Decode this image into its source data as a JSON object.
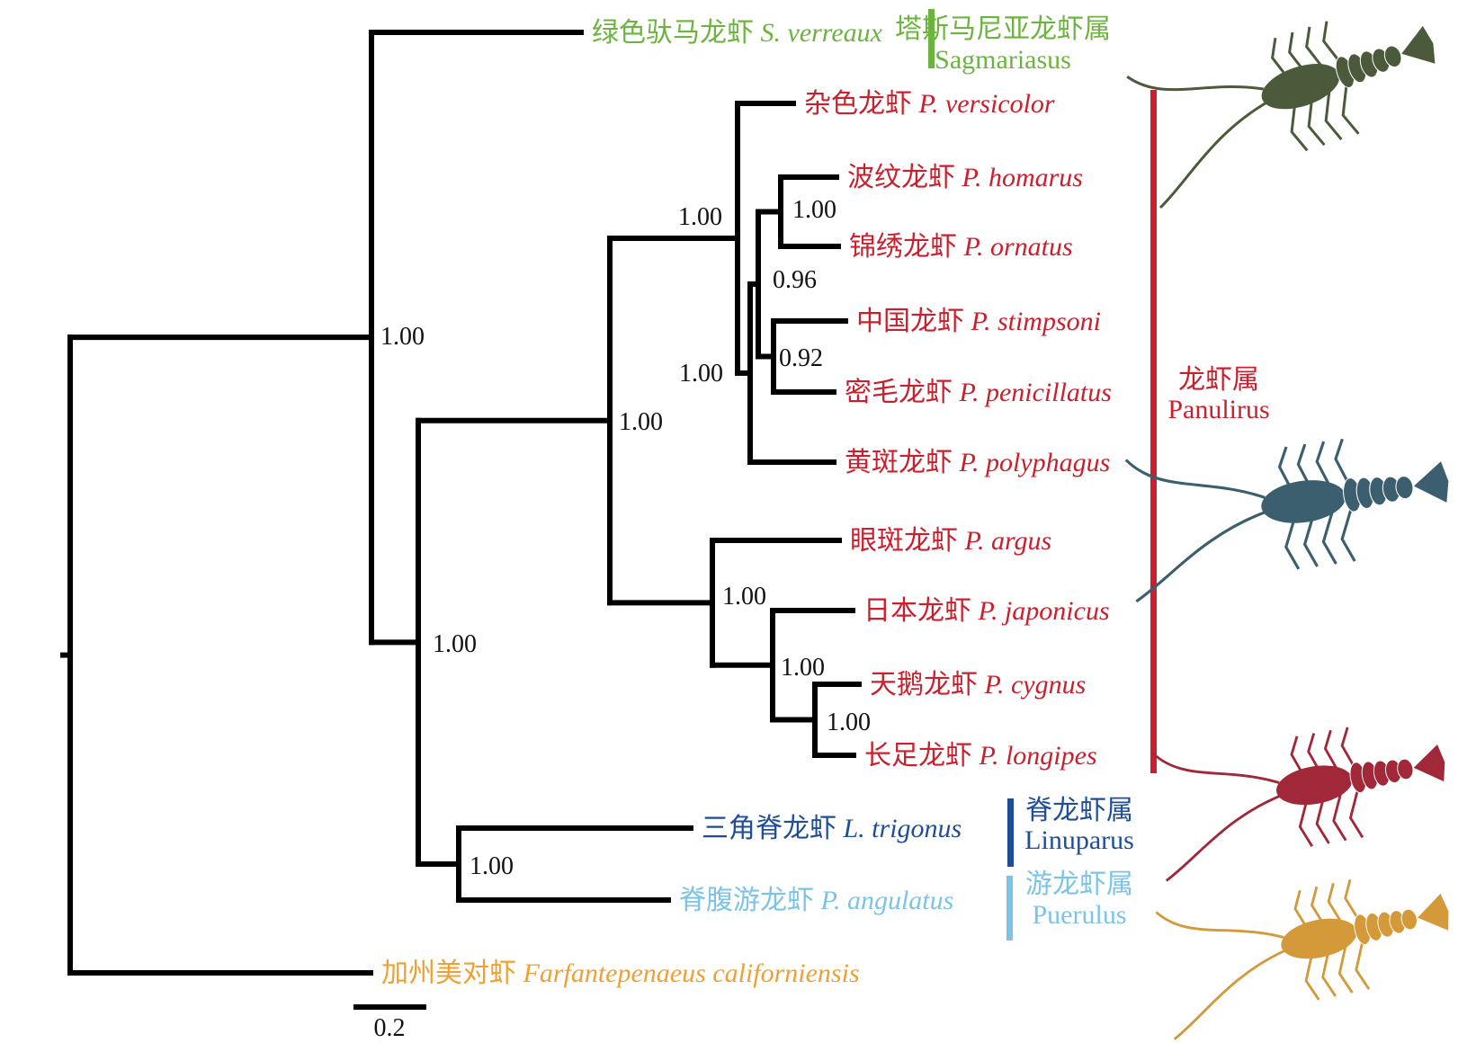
{
  "colors": {
    "sagmariasus": "#6db33f",
    "panulirus": "#cc1f2d",
    "linuparus": "#1f4e96",
    "puerulus": "#7cc3ea",
    "outgroup": "#f0a030"
  },
  "taxa": [
    {
      "id": "sverreaux",
      "cn": "绿色驮马龙虾",
      "sp": "S. verreaux",
      "group": "sagmariasus"
    },
    {
      "id": "pversicolor",
      "cn": "杂色龙虾",
      "sp": "P. versicolor",
      "group": "panulirus"
    },
    {
      "id": "phomarus",
      "cn": "波纹龙虾",
      "sp": "P. homarus",
      "group": "panulirus"
    },
    {
      "id": "pornatus",
      "cn": "锦绣龙虾",
      "sp": "P. ornatus",
      "group": "panulirus"
    },
    {
      "id": "pstimpsoni",
      "cn": "中国龙虾",
      "sp": "P. stimpsoni",
      "group": "panulirus"
    },
    {
      "id": "ppenicillatus",
      "cn": "密毛龙虾",
      "sp": "P. penicillatus",
      "group": "panulirus"
    },
    {
      "id": "ppolyphagus",
      "cn": "黄斑龙虾",
      "sp": "P. polyphagus",
      "group": "panulirus"
    },
    {
      "id": "pargus",
      "cn": "眼斑龙虾",
      "sp": "P. argus",
      "group": "panulirus"
    },
    {
      "id": "pjaponicus",
      "cn": "日本龙虾",
      "sp": "P. japonicus",
      "group": "panulirus"
    },
    {
      "id": "pcygnus",
      "cn": "天鹅龙虾",
      "sp": "P. cygnus",
      "group": "panulirus"
    },
    {
      "id": "plongipes",
      "cn": "长足龙虾",
      "sp": "P. longipes",
      "group": "panulirus"
    },
    {
      "id": "ltrigonus",
      "cn": "三角脊龙虾",
      "sp": "L. trigonus",
      "group": "linuparus"
    },
    {
      "id": "pangulatus",
      "cn": "脊腹游龙虾",
      "sp": "P. angulatus",
      "group": "puerulus"
    },
    {
      "id": "fcaliforniensis",
      "cn": "加州美对虾",
      "sp": "Farfantepenaeus californiensis",
      "group": "outgroup"
    }
  ],
  "support_values": {
    "n_spiny": "1.00",
    "n_p1": "1.00",
    "n_pan": "1.00",
    "n_core": "1.00",
    "n_inner": "1.00",
    "n_hom_orn": "1.00",
    "n_q": "0.96",
    "n_sti_pen": "0.92",
    "n_arg": "1.00",
    "n_jcl": "1.00",
    "n_cl": "1.00",
    "n_lp": "1.00"
  },
  "genera": [
    {
      "id": "sagmariasus",
      "cn": "塔斯马尼亚龙虾属",
      "latin": "Sagmariasus"
    },
    {
      "id": "panulirus",
      "cn": "龙虾属",
      "latin": "Panulirus"
    },
    {
      "id": "linuparus",
      "cn": "脊龙虾属",
      "latin": "Linuparus"
    },
    {
      "id": "puerulus",
      "cn": "游龙虾属",
      "latin": "Puerulus"
    }
  ],
  "scale_bar": {
    "label": "0.2",
    "value": 0.2
  },
  "photos": [
    {
      "id": "sagmariasus",
      "icon": "lobster-green-icon",
      "color": "#4a5a3a"
    },
    {
      "id": "panulirus",
      "icon": "lobster-spotted-icon",
      "color": "#3b5f6e"
    },
    {
      "id": "linuparus",
      "icon": "lobster-red-icon",
      "color": "#a02838"
    },
    {
      "id": "puerulus",
      "icon": "lobster-orange-icon",
      "color": "#d49a3a"
    }
  ]
}
